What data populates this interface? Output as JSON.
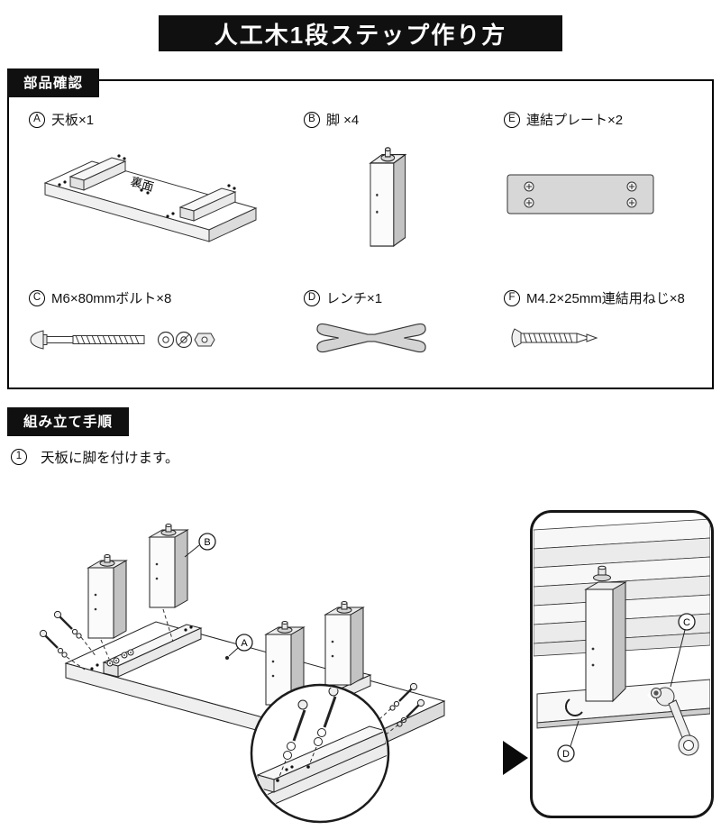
{
  "title": "人工木1段ステップ作り方",
  "parts": {
    "heading": "部品確認",
    "board_back_label": "裏面",
    "items": [
      {
        "letter": "A",
        "label": "天板×1"
      },
      {
        "letter": "B",
        "label": "脚 ×4"
      },
      {
        "letter": "E",
        "label": "連結プレート×2"
      },
      {
        "letter": "C",
        "label": "M6×80mmボルト×8"
      },
      {
        "letter": "D",
        "label": "レンチ×1"
      },
      {
        "letter": "F",
        "label": "M4.2×25mm連結用ねじ×8"
      }
    ]
  },
  "assembly": {
    "heading": "組み立て手順",
    "step1": {
      "number": "1",
      "text": "天板に脚を付けます。"
    },
    "callouts": {
      "board": "A",
      "leg": "B",
      "bolt": "C",
      "wrench": "D"
    }
  },
  "colors": {
    "banner": "#101010",
    "line": "#222222",
    "metal_gray": "#c6c6c6"
  }
}
